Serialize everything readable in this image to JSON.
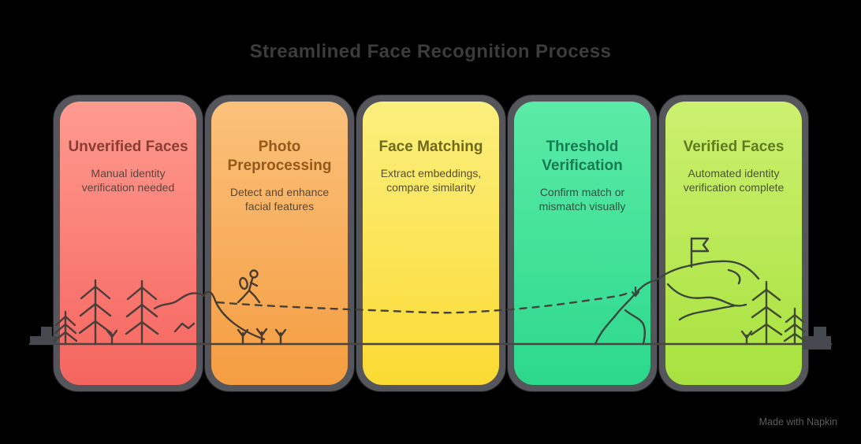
{
  "title": "Streamlined Face Recognition Process",
  "watermark": "Made with Napkin",
  "background_color": "#000000",
  "card_rim_color": "#54565c",
  "cards": [
    {
      "id": "unverified-faces",
      "title": "Unverified Faces",
      "subtitle": "Manual identity verification needed",
      "colors": {
        "top": "#ff9a8f",
        "bottom": "#f5655f",
        "heading": "#8a3d33",
        "body": "#5a453e"
      }
    },
    {
      "id": "photo-preprocessing",
      "title": "Photo Preprocessing",
      "subtitle": "Detect and enhance facial features",
      "colors": {
        "top": "#fbc17b",
        "bottom": "#f59d41",
        "heading": "#935a1c",
        "body": "#5c4730"
      }
    },
    {
      "id": "face-matching",
      "title": "Face Matching",
      "subtitle": "Extract embeddings, compare similarity",
      "colors": {
        "top": "#fbef7e",
        "bottom": "#fbda33",
        "heading": "#6f6a1a",
        "body": "#55512f"
      }
    },
    {
      "id": "threshold-verification",
      "title": "Threshold Verification",
      "subtitle": "Confirm match or mismatch visually",
      "colors": {
        "top": "#5beba7",
        "bottom": "#2cd88c",
        "heading": "#177b52",
        "body": "#2e5140"
      }
    },
    {
      "id": "verified-faces",
      "title": "Verified Faces",
      "subtitle": "Automated identity verification complete",
      "colors": {
        "top": "#ccf06f",
        "bottom": "#a8e23f",
        "heading": "#5e7c1f",
        "body": "#485530"
      }
    }
  ],
  "scene": {
    "icons": [
      "pine-trees",
      "grass-sprouts",
      "hiker",
      "dashed-trail",
      "mountain",
      "summit-flag",
      "baseline",
      "step-blocks"
    ]
  }
}
